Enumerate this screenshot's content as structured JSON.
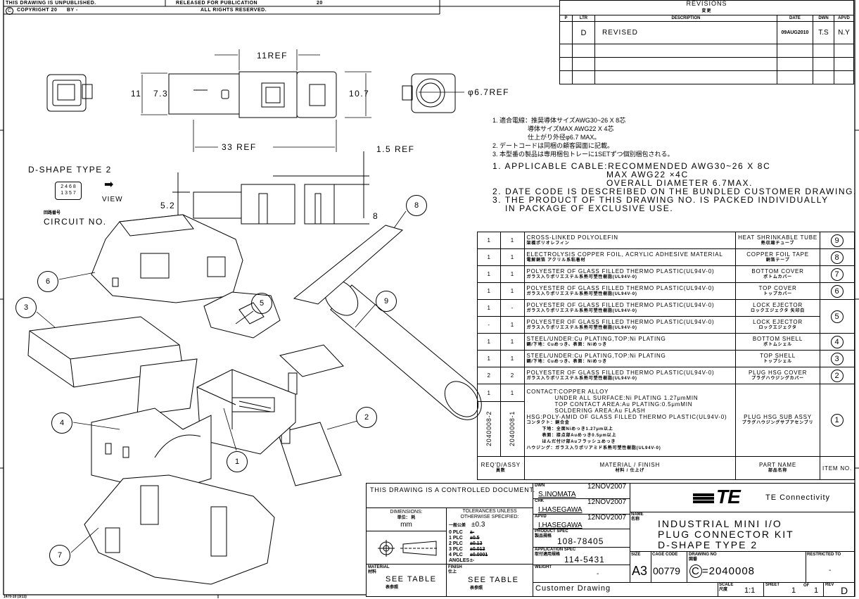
{
  "header": {
    "unpublished": "THIS DRAWING IS UNPUBLISHED.",
    "released": "RELEASED FOR PUBLICATION",
    "released_year": "20",
    "copyright_symbol": "C",
    "copyright": "COPYRIGHT 20",
    "by": "BY -",
    "rights": "ALL RIGHTS RESERVED."
  },
  "revisions": {
    "title": "REVISIONS",
    "title_jp": "変更",
    "headers": [
      "P",
      "LTR",
      "DESCRIPTION",
      "DATE",
      "DWN",
      "APVD"
    ],
    "rows": [
      {
        "p": "",
        "ltr": "D",
        "description": "REVISED",
        "date": "09AUG2010",
        "dwn": "T.S",
        "apvd": "N.Y"
      }
    ]
  },
  "dimensions": {
    "top_width": "11REF",
    "inner_height": "7.3",
    "outer_height": "11",
    "right_height": "10.7",
    "diameter": "φ6.7REF",
    "length": "33 REF",
    "offset": "1.5 REF",
    "side_height": "5.2",
    "side_total": "8"
  },
  "legend": {
    "shape": "D-SHAPE TYPE 2",
    "pins_top": [
      "2",
      "4",
      "6",
      "8"
    ],
    "pins_bottom": [
      "1",
      "3",
      "5",
      "7"
    ],
    "view": "VIEW",
    "circuit_jp": "回路番号",
    "circuit": "CIRCUIT NO."
  },
  "notes": [
    "1. 適合電線：推奨導体サイズAWG30~26 X 8芯",
    "導体サイズMAX AWG22 X 4芯",
    "仕上がり外径φ6.7 MAX。",
    "2. デートコードは同梱の顧客図面に記載。",
    "3. 本型番の製品は専用梱包トレーに1SETずつ個別梱包される。",
    "1. APPLICABLE CABLE:RECOMMENDED AWG30~26 X 8C",
    "MAX AWG22 ×4C",
    "OVERALL DIAMETER 6.7MAX.",
    "2. DATE CODE IS DESCREIBED ON THE BUNDLED CUSTOMER DRAWING.",
    "3. THE PRODUCT OF THIS DRAWING NO. IS PACKED INDIVIDUALLY",
    "IN PACKAGE OF EXCLUSIVE USE."
  ],
  "parts": [
    {
      "q1": "1",
      "q2": "1",
      "material": "CROSS-LINKED POLYOLEFIN",
      "material_jp": "架橋ポリオレフィン",
      "name": "HEAT SHRINKABLE TUBE",
      "name_jp": "熱収縮チューブ",
      "item": "9"
    },
    {
      "q1": "1",
      "q2": "1",
      "material": "ELECTROLYSIS COPPER FOIL, ACRYLIC ADHESIVE MATERIAL",
      "material_jp": "電解銅箔 アクリル系粘着材",
      "name": "COPPER FOIL TAPE",
      "name_jp": "銅箔テープ",
      "item": "8"
    },
    {
      "q1": "1",
      "q2": "1",
      "material": "POLYESTER OF GLASS FILLED THERMO PLASTIC(UL94V-0)",
      "material_jp": "ガラス入りポリエステル系熱可塑性樹脂(UL94V-0)",
      "name": "BOTTOM COVER",
      "name_jp": "ボトムカバー",
      "item": "7"
    },
    {
      "q1": "1",
      "q2": "1",
      "material": "POLYESTER OF GLASS FILLED THERMO PLASTIC(UL94V-0)",
      "material_jp": "ガラス入りポリエステル系熱可塑性樹脂(UL94V-0)",
      "name": "TOP COVER",
      "name_jp": "トップカバー",
      "item": "6"
    },
    {
      "q1": "1",
      "q2": "-",
      "material": "POLYESTER OF GLASS FILLED THERMO PLASTIC(UL94V-0)",
      "material_jp": "ガラス入りポリエステル系熱可塑性樹脂(UL94V-0)",
      "name": "LOCK EJECTOR",
      "name_jp": "ロックエジェクタ 矢印白",
      "item": "5"
    },
    {
      "q1": "-",
      "q2": "1",
      "material": "POLYESTER OF GLASS FILLED THERMO PLASTIC(UL94V-0)",
      "material_jp": "ガラス入りポリエステル系熱可塑性樹脂(UL94V-0)",
      "name": "LOCK EJECTOR",
      "name_jp": "ロックエジェクタ",
      "item": ""
    },
    {
      "q1": "1",
      "q2": "1",
      "material": "STEEL/UNDER:Cu PLATING,TOP:Ni PLATING",
      "material_jp": "鋼/下地：Cuめっき、表面：Niめっき",
      "name": "BOTTOM SHELL",
      "name_jp": "ボトムシェル",
      "item": "4"
    },
    {
      "q1": "1",
      "q2": "1",
      "material": "STEEL/UNDER:Cu PLATING,TOP:Ni PLATING",
      "material_jp": "鋼/下地：Cuめっき、表面：Niめっき",
      "name": "TOP SHELL",
      "name_jp": "トップシェル",
      "item": "3"
    },
    {
      "q1": "2",
      "q2": "2",
      "material": "POLYESTER OF GLASS FILLED THERMO PLASTIC(UL94V-0)",
      "material_jp": "ガラス入りポリエステル系熱可塑性樹脂(UL94V-0)",
      "name": "PLUG HSG COVER",
      "name_jp": "プラグハウジングカバー",
      "item": "2"
    }
  ],
  "part1": {
    "q1": "1",
    "q2": "1",
    "assy1": "2040008-2",
    "assy2": "2040008-1",
    "material_lines": [
      "CONTACT:COPPER ALLOY",
      "UNDER ALL SURFACE:Ni PLATING 1.27μmMIN",
      "TOP CONTACT AREA:Au PLATING:0.5μmMIN",
      "SOLDERING AREA:Au FLASH",
      "HSG:POLY-AMID OF GLASS FILLED THERMO PLASTIC(UL94V-0)"
    ],
    "material_jp_lines": [
      "コンタクト：銅合金",
      "下地：全面Niめっき1.27μm以上",
      "表面：接点部Auめっき0.5μm以上",
      "はんだ付け部Auフラッシュめっき",
      "ハウジング：ガラス入りポリアミド系熱可塑性樹脂(UL94V-0)"
    ],
    "name": "PLUG HSG SUB ASSY",
    "name_jp": "プラグハウジングサブアセンブリ",
    "item": "1"
  },
  "parts_header": {
    "qty": "REQ'D/ASSY",
    "qty_jp": "員数",
    "material": "MATERIAL / FINISH",
    "material_jp": "材料 / 仕上げ",
    "name": "PART NAME",
    "name_jp": "部品名称",
    "item": "ITEM NO."
  },
  "callouts": [
    "1",
    "2",
    "3",
    "4",
    "5",
    "6",
    "7",
    "8",
    "9"
  ],
  "title_block": {
    "controlled": "THIS DRAWING IS A CONTROLLED DOCUMENT.",
    "dimensions_label": "DIMENSIONS:",
    "dimensions_jp": "単位： 耗",
    "dimensions_unit": "mm",
    "tolerances": "TOLERANCES UNLESS OTHERWISE SPECIFIED:",
    "general_tol_jp": "一般公差",
    "general_tol": "±0.3",
    "tol_rows": [
      {
        "label": "0 PLC",
        "value": "±-"
      },
      {
        "label": "1 PLC",
        "value": "±0.5"
      },
      {
        "label": "2 PLC",
        "value": "±0.13"
      },
      {
        "label": "3 PLC",
        "value": "±0.013"
      },
      {
        "label": "4 PLC",
        "value": "±0.0001"
      },
      {
        "label": "ANGLES",
        "value": "±-"
      }
    ],
    "material_label": "MATERIAL",
    "material_jp": "材料",
    "material_value": "SEE TABLE",
    "material_value_jp": "表参照",
    "finish_label": "FINISH",
    "finish_jp": "仕上",
    "finish_value": "SEE TABLE",
    "finish_value_jp": "表参照",
    "dwn_label": "DWN",
    "dwn_name": "S.INOMATA",
    "dwn_date": "12NOV2007",
    "chk_label": "CHK",
    "chk_name": "I.HASEGAWA",
    "chk_date": "12NOV2007",
    "apvd_label": "APVD",
    "apvd_name": "I.HASEGAWA",
    "apvd_date": "12NOV2007",
    "product_spec_label": "PRODUCT SPEC",
    "product_spec_jp": "製品規格",
    "product_spec": "108-78405",
    "application_spec_label": "APPLICATION SPEC",
    "application_spec_jp": "取付適用規格",
    "application_spec": "114-5431",
    "weight_label": "WEIGHT",
    "weight": "-",
    "customer_drawing": "Customer Drawing",
    "logo": "TE",
    "company": "TE Connectivity",
    "name_label": "NAME",
    "name_jp": "名称",
    "name_lines": [
      "INDUSTRIAL MINI I/O",
      "PLUG CONNECTOR KIT",
      "D-SHAPE TYPE 2"
    ],
    "size_label": "SIZE",
    "size": "A3",
    "cage_label": "CAGE CODE",
    "cage": "00779",
    "drawing_no_label": "DRAWING NO",
    "drawing_no_jp": "図番",
    "drawing_no_prefix": "C",
    "drawing_no": "2040008",
    "restricted_label": "RESTRICTED TO",
    "restricted": "-",
    "scale_label": "SCALE",
    "scale_jp": "尺度",
    "scale": "1:1",
    "sheet_label": "SHEET",
    "sheet": "1",
    "of_label": "OF",
    "sheets": "1",
    "rev_label": "REV",
    "rev": "D"
  },
  "footer": "1470-10 (3/13)"
}
